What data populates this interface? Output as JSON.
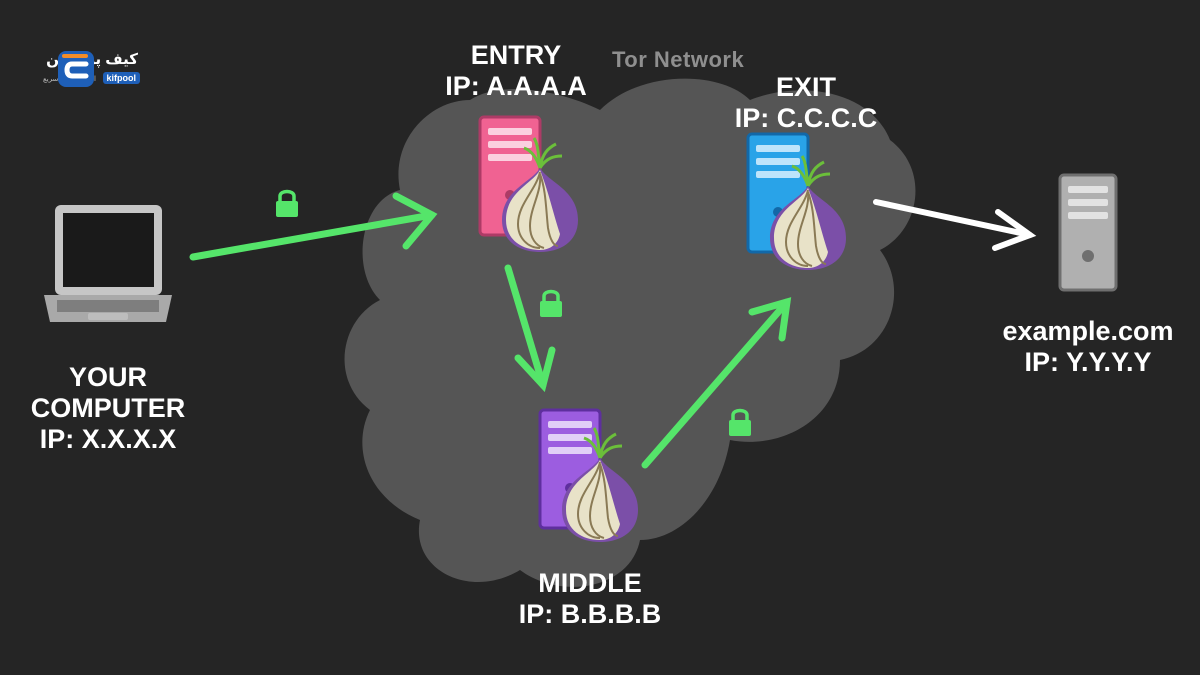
{
  "brand": {
    "name_fa": "کیف پول من",
    "tagline_fa": "امن، آسان و سریع",
    "name_en": "kifpool",
    "color": "#1e5fb8"
  },
  "network": {
    "title": "Tor Network",
    "cloud_color": "#555555"
  },
  "nodes": {
    "computer": {
      "line1": "YOUR",
      "line2": "COMPUTER",
      "ip": "IP: X.X.X.X"
    },
    "entry": {
      "name": "ENTRY",
      "ip": "IP: A.A.A.A",
      "color": "#f06292"
    },
    "middle": {
      "name": "MIDDLE",
      "ip": "IP: B.B.B.B",
      "color": "#9c5de0"
    },
    "exit": {
      "name": "EXIT",
      "ip": "IP: C.C.C.C",
      "color": "#29a3e8"
    },
    "destination": {
      "name": "example.com",
      "ip": "IP: Y.Y.Y.Y",
      "color": "#b0b0b0"
    }
  },
  "arrows": {
    "encrypted_color": "#55e56a",
    "plain_color": "#ffffff"
  },
  "icons": [
    "laptop-icon",
    "server-icon",
    "onion-icon",
    "lock-icon"
  ]
}
